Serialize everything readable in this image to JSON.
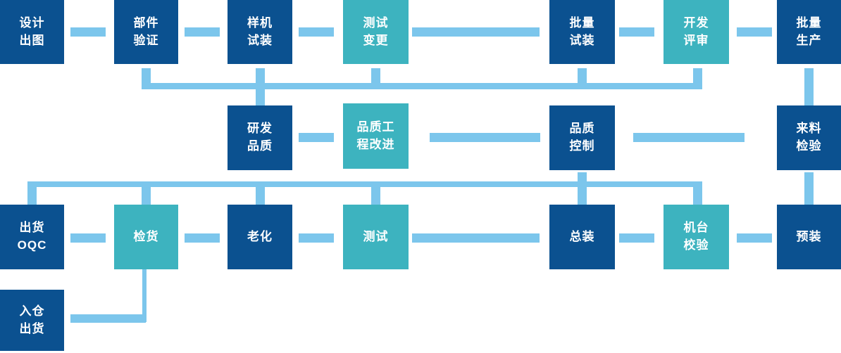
{
  "diagram": {
    "palette": {
      "node_dark_blue": "#0b5190",
      "node_teal": "#3db3bf",
      "connector_light_blue": "#7cc6ec",
      "background": "#ffffff",
      "text_color": "#ffffff"
    },
    "nodes": {
      "design_drawing": {
        "label": "设计\n出图",
        "color": "dark_blue"
      },
      "parts_validation": {
        "label": "部件\n验证",
        "color": "dark_blue"
      },
      "prototype_assembly": {
        "label": "样机\n试装",
        "color": "dark_blue"
      },
      "test_change": {
        "label": "测试\n变更",
        "color": "teal"
      },
      "batch_trial": {
        "label": "批量\n试装",
        "color": "dark_blue"
      },
      "dev_review": {
        "label": "开发\n评审",
        "color": "teal"
      },
      "mass_production": {
        "label": "批量\n生产",
        "color": "dark_blue"
      },
      "rd_quality": {
        "label": "研发\n品质",
        "color": "dark_blue"
      },
      "quality_engineering": {
        "label": "品质工\n程改进",
        "color": "teal"
      },
      "quality_control": {
        "label": "品质\n控制",
        "color": "dark_blue"
      },
      "incoming_inspection": {
        "label": "来料\n检验",
        "color": "dark_blue"
      },
      "shipping_oqc": {
        "label": "出货\nOQC",
        "color": "dark_blue"
      },
      "goods_inspection": {
        "label": "检货",
        "color": "teal"
      },
      "aging": {
        "label": "老化",
        "color": "dark_blue"
      },
      "testing": {
        "label": "测试",
        "color": "teal"
      },
      "final_assembly": {
        "label": "总装",
        "color": "dark_blue"
      },
      "machine_calibration": {
        "label": "机台\n校验",
        "color": "teal"
      },
      "pre_assembly": {
        "label": "预装",
        "color": "dark_blue"
      },
      "warehouse_shipping": {
        "label": "入仓\n出货",
        "color": "dark_blue"
      }
    },
    "connections": [
      [
        "设计出图",
        "部件验证"
      ],
      [
        "部件验证",
        "样机试装"
      ],
      [
        "样机试装",
        "测试变更"
      ],
      [
        "测试变更",
        "批量试装"
      ],
      [
        "批量试装",
        "开发评审"
      ],
      [
        "开发评审",
        "批量生产"
      ],
      [
        "批量生产",
        "来料检验"
      ],
      [
        "样机试装",
        "研发品质"
      ],
      [
        "部件验证",
        "研发品质"
      ],
      [
        "测试变更",
        "研发品质"
      ],
      [
        "批量试装",
        "研发品质"
      ],
      [
        "开发评审",
        "研发品质"
      ],
      [
        "研发品质",
        "品质工程改进"
      ],
      [
        "品质工程改进",
        "品质控制"
      ],
      [
        "品质控制",
        "来料检验"
      ],
      [
        "品质控制",
        "总装"
      ],
      [
        "来料检验",
        "预装"
      ],
      [
        "预装",
        "机台校验"
      ],
      [
        "机台校验",
        "总装"
      ],
      [
        "总装",
        "测试"
      ],
      [
        "测试",
        "老化"
      ],
      [
        "老化",
        "检货"
      ],
      [
        "检货",
        "出货OQC"
      ],
      [
        "检货",
        "入仓出货"
      ]
    ]
  }
}
